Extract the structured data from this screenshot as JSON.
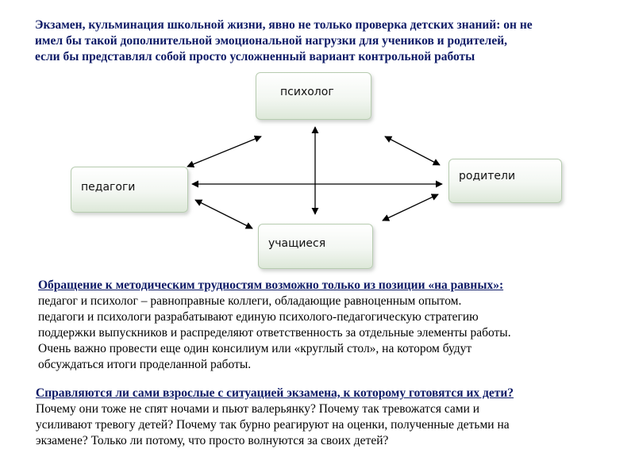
{
  "intro": {
    "lines": [
      "Экзамен, кульминация школьной жизни, явно не только проверка детских знаний: он не",
      "имел бы такой дополнительной эмоциональной нагрузки для учеников и родителей,",
      "если бы представлял собой просто усложненный вариант контрольной работы"
    ]
  },
  "diagram": {
    "nodes": {
      "psychologist": "психолог",
      "teachers": "педагоги",
      "parents": "родители",
      "students": "учащиеся"
    }
  },
  "block1": {
    "heading": "Обращение к методическим трудностям возможно только из позиции «на равных»:",
    "lines": [
      "педагог и психолог – равноправные коллеги, обладающие равноценным опытом.",
      "педагоги и психологи разрабатывают единую психолого-педагогическую стратегию",
      "поддержки выпускников и распределяют ответственность за отдельные элементы работы.",
      "Очень важно провести еще один консилиум или «круглый стол», на котором будут",
      "обсуждаться итоги проделанной работы."
    ]
  },
  "block2": {
    "heading": "Справляются ли сами взрослые с ситуацией экзамена, к которому готовятся их дети?",
    "lines": [
      "Почему они тоже не спят ночами и пьют валерьянку? Почему так тревожатся сами и",
      "усиливают тревогу детей? Почему так бурно реагируют на оценки, полученные детьми на",
      "экзамене? Только ли потому, что просто волнуются за своих детей?"
    ]
  }
}
